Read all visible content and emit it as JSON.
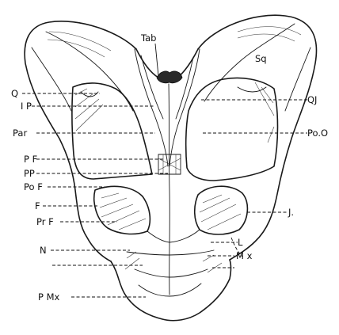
{
  "figure": {
    "labels": {
      "tab": "Tab",
      "sq": "Sq",
      "q": "Q",
      "qj": "QJ",
      "ip": "I P",
      "par": "Par",
      "poo": "Po.O",
      "pf": "P F",
      "pp": "PP",
      "pof": "Po F",
      "f": "F",
      "j": "J.",
      "prf": "Pr F",
      "l": "L",
      "n": "N",
      "mx": "M x",
      "pmx": "P Mx"
    }
  }
}
